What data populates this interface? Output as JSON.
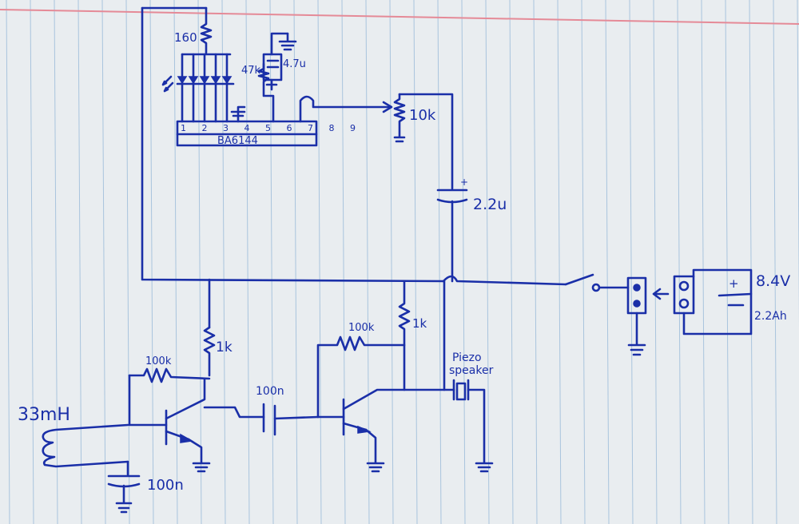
{
  "colors": {
    "ink": "#1a2fa8",
    "paper": "#e9edf0",
    "rule": "#a9c4dd",
    "margin": "#e58a97"
  },
  "labels": {
    "r160": "160",
    "c47u": "4.7u",
    "r47k": "47k",
    "ic_pins": "1 2 3 4 5 6 7 8 9",
    "ic_name": "BA6144",
    "pot10k": "10k",
    "c22u": "2.2u",
    "cap_plus": "+",
    "battery_v": "8.4V",
    "battery_cap": "2.2Ah",
    "battery_plus": "+",
    "r1k_left": "1k",
    "r100k_left": "100k",
    "c100n_mid": "100n",
    "r100k_right": "100k",
    "r1k_right": "1k",
    "piezo_line1": "Piezo",
    "piezo_line2": "speaker",
    "inductor": "33mH",
    "c100n_bottom": "100n"
  }
}
